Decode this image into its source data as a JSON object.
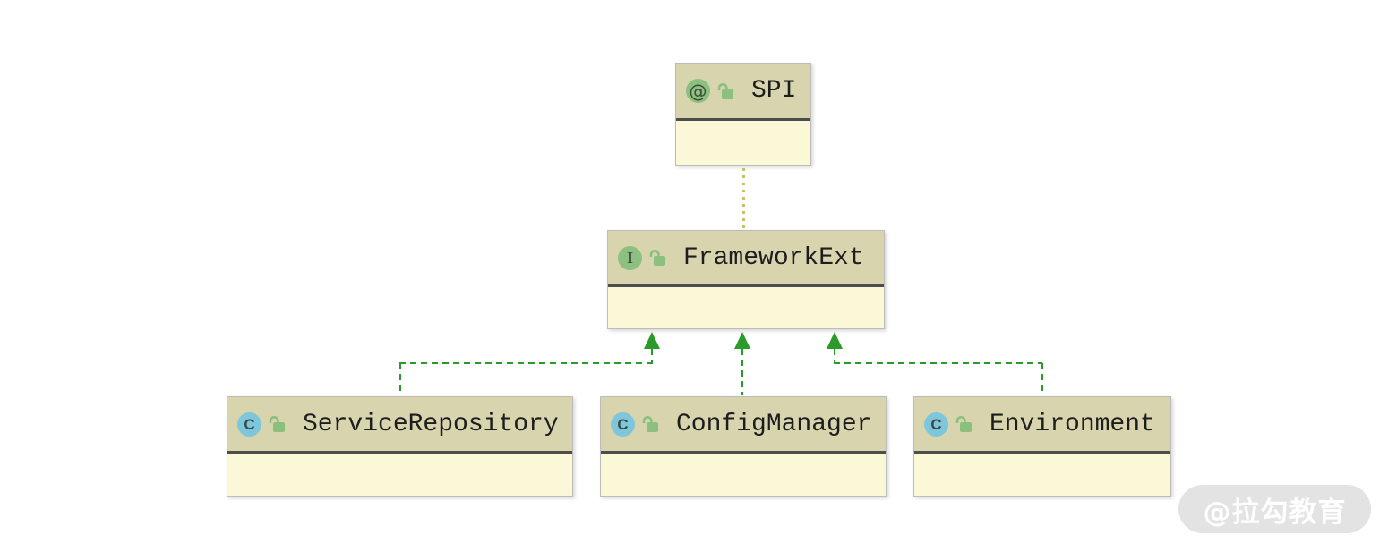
{
  "diagram": {
    "type": "uml-class-diagram",
    "glyphs": {
      "annotation": "@",
      "interface": "I",
      "class": "C"
    },
    "nodes": [
      {
        "id": "spi",
        "label": "SPI",
        "kind": "annotation",
        "visibility": "public",
        "icons": [
          "annotation-icon",
          "unlocked-padlock-icon"
        ]
      },
      {
        "id": "frameworkext",
        "label": "FrameworkExt",
        "kind": "interface",
        "visibility": "public",
        "icons": [
          "interface-icon",
          "unlocked-padlock-icon"
        ]
      },
      {
        "id": "servicerepository",
        "label": "ServiceRepository",
        "kind": "class",
        "visibility": "public",
        "icons": [
          "class-icon",
          "unlocked-padlock-icon"
        ]
      },
      {
        "id": "configmanager",
        "label": "ConfigManager",
        "kind": "class",
        "visibility": "public",
        "icons": [
          "class-icon",
          "unlocked-padlock-icon"
        ]
      },
      {
        "id": "environment",
        "label": "Environment",
        "kind": "class",
        "visibility": "public",
        "icons": [
          "class-icon",
          "unlocked-padlock-icon"
        ]
      }
    ],
    "edges": [
      {
        "from": "frameworkext",
        "to": "spi",
        "style": "dotted",
        "color": "#c2c36b"
      },
      {
        "from": "servicerepository",
        "to": "frameworkext",
        "style": "dashed-arrow-solid",
        "color": "#2a9a2a"
      },
      {
        "from": "configmanager",
        "to": "frameworkext",
        "style": "dashed-arrow-solid",
        "color": "#2a9a2a"
      },
      {
        "from": "environment",
        "to": "frameworkext",
        "style": "dashed-arrow-solid",
        "color": "#2a9a2a"
      }
    ],
    "colors": {
      "node_header_bg": "#d8d4ae",
      "node_body_bg": "#fbf8d8",
      "node_border": "#bcbcbc",
      "node_divider": "#4d4d4d",
      "annotation_icon_bg": "#8cc07e",
      "interface_icon_bg": "#8cc07e",
      "class_icon_bg": "#7ec6da",
      "lock_icon_color": "#8cc07e",
      "arrow_green": "#2a9a2a",
      "dotted_olive": "#c2c36b"
    }
  },
  "watermark": {
    "text": "@拉勾教育",
    "bg": "#e3e3e3",
    "text_color": "#ffffff"
  }
}
